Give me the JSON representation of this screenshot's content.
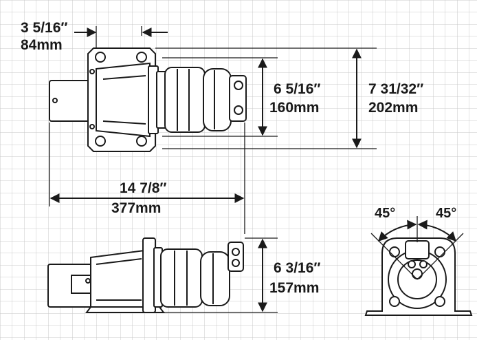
{
  "dims": {
    "mount_offset": {
      "frac": "3 5/16″",
      "metric": "84mm"
    },
    "top_height": {
      "frac": "6 5/16″",
      "metric": "160mm"
    },
    "overall_height": {
      "frac": "7 31/32″",
      "metric": "202mm"
    },
    "length": {
      "frac": "14 7/8″",
      "metric": "377mm"
    },
    "side_height": {
      "frac": "6 3/16″",
      "metric": "157mm"
    },
    "angle_left": "45°",
    "angle_right": "45°"
  },
  "colors": {
    "ink": "#1a1a1a",
    "grid": "#c9c9c9",
    "part": "#ffffff"
  }
}
